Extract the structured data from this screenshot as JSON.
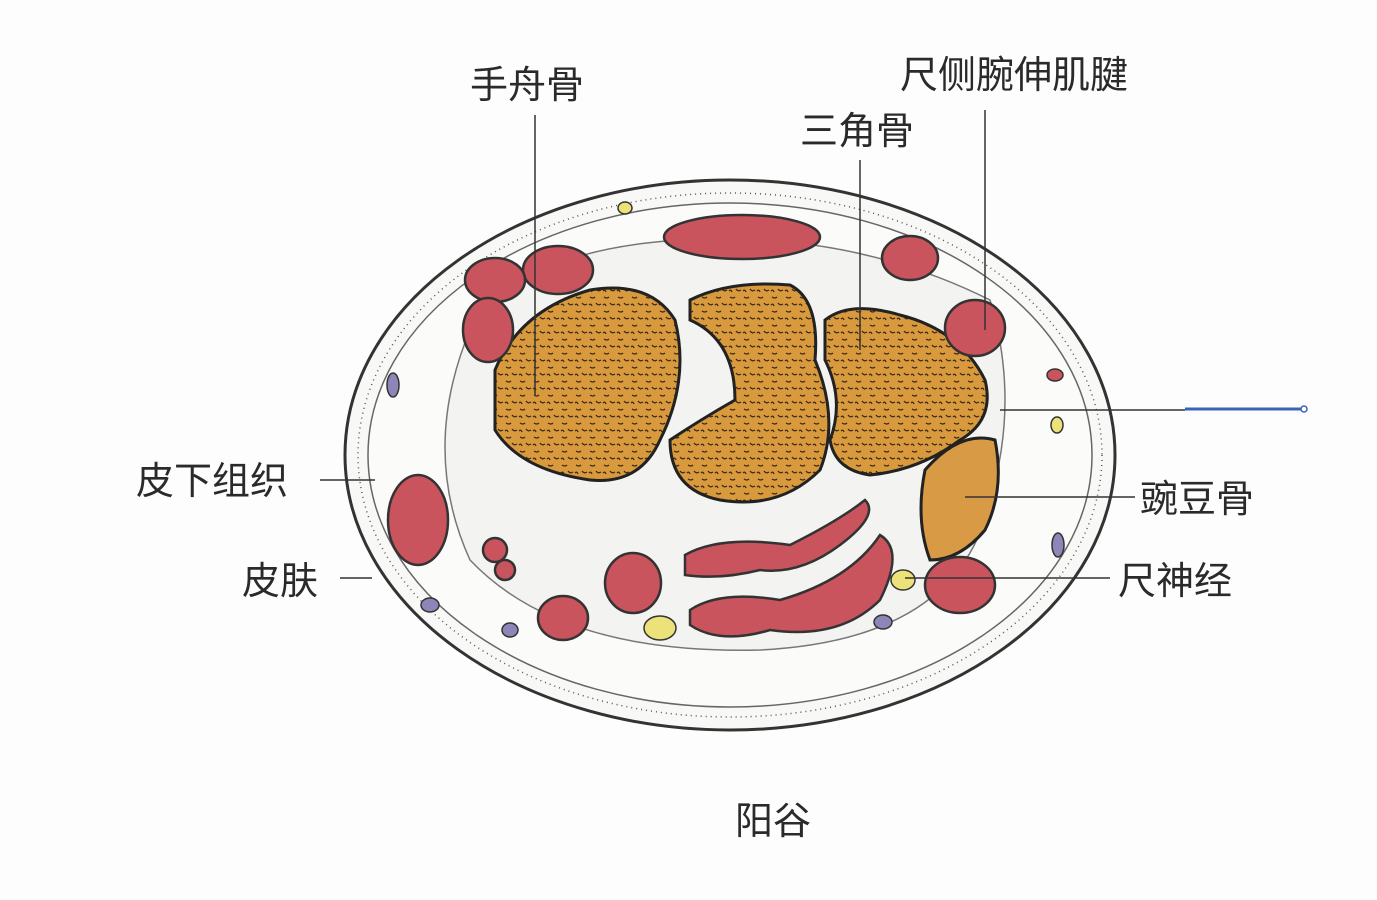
{
  "title": "阳谷",
  "labels": {
    "scaphoid": "手舟骨",
    "ecu_tendon": "尺侧腕伸肌腱",
    "triquetrum": "三角骨",
    "subcutaneous": "皮下组织",
    "pisiform": "豌豆骨",
    "skin": "皮肤",
    "ulnar_nerve": "尺神经"
  },
  "colors": {
    "bone": "#d99a3e",
    "muscle": "#c9545d",
    "nerve": "#ece27a",
    "vein": "#8d86b8",
    "pointer": "#3a63b8"
  }
}
